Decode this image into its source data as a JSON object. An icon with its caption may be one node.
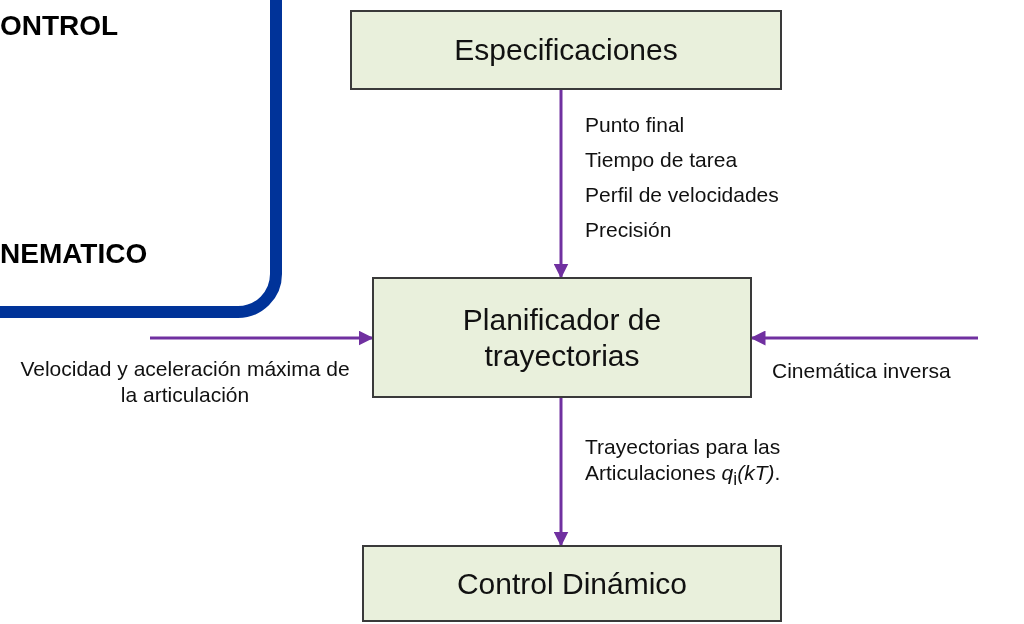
{
  "diagram": {
    "nodes": [
      {
        "text": [
          "ONTROL",
          "NEMATICO"
        ]
      },
      {
        "text": [
          "Especificaciones"
        ]
      },
      {
        "text": [
          "Planificador de trayectorias"
        ]
      },
      {
        "text": [
          "Control Dinámico"
        ]
      }
    ],
    "edges": [
      {
        "from": 1,
        "to": 2,
        "arrow": "to"
      },
      {
        "from": 2,
        "to": 3,
        "arrow": "to",
        "label": "Trayectorias para las Articulaciones *q*$_{i}$*(kT)*."
      },
      {
        "from": null,
        "to": 2,
        "arrow": "to",
        "label": "Velocidad y aceleración máxima de la articulación"
      },
      {
        "from": null,
        "to": 2,
        "arrow": "to",
        "label": "Cinemática inversa"
      }
    ],
    "labels": [
      "Punto final",
      "Tiempo de tarea",
      "Perfil de velocidades",
      "Precisión"
    ]
  }
}
